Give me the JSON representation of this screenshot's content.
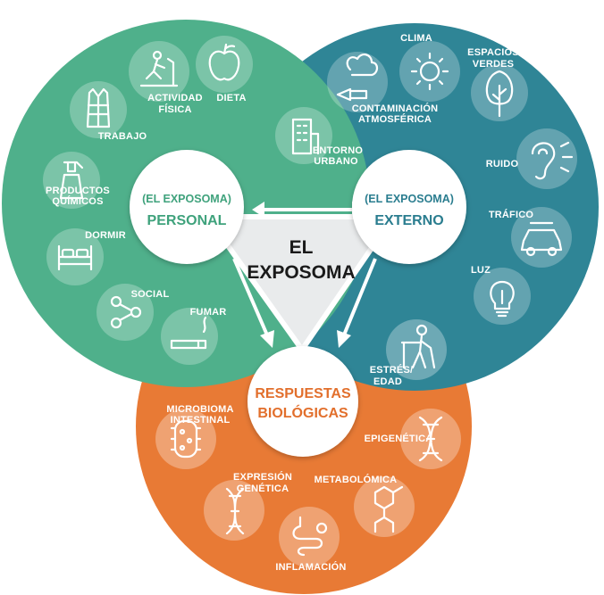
{
  "center": {
    "line1": "EL",
    "line2": "EXPOSOMA"
  },
  "hubs": {
    "personal": {
      "line1": "(EL EXPOSOMA)",
      "line2": "PERSONAL"
    },
    "externo": {
      "line1": "(EL EXPOSOMA)",
      "line2": "EXTERNO"
    },
    "respuestas": {
      "line1": "RESPUESTAS",
      "line2": "BIOLÓGICAS"
    }
  },
  "personal_items": [
    {
      "line1": "ACTIVIDAD",
      "line2": "FÍSICA",
      "icon": "treadmill-icon"
    },
    {
      "line1": "DIETA",
      "line2": "",
      "icon": "apple-icon"
    },
    {
      "line1": "TRABAJO",
      "line2": "",
      "icon": "safety-vest-icon"
    },
    {
      "line1": "PRODUCTOS",
      "line2": "QUÍMICOS",
      "icon": "spray-bottle-icon"
    },
    {
      "line1": "DORMIR",
      "line2": "",
      "icon": "bed-icon"
    },
    {
      "line1": "SOCIAL",
      "line2": "",
      "icon": "network-icon"
    },
    {
      "line1": "FUMAR",
      "line2": "",
      "icon": "cigarette-icon"
    }
  ],
  "externo_items": [
    {
      "line1": "CLIMA",
      "line2": "",
      "icon": "sun-icon"
    },
    {
      "line1": "ESPACIOS",
      "line2": "VERDES",
      "icon": "tree-icon"
    },
    {
      "line1": "CONTAMINACIÓN",
      "line2": "ATMOSFÉRICA",
      "icon": "smoke-icon"
    },
    {
      "line1": "ENTORNO",
      "line2": "URBANO",
      "icon": "building-icon"
    },
    {
      "line1": "RUIDO",
      "line2": "",
      "icon": "ear-icon"
    },
    {
      "line1": "TRÁFICO",
      "line2": "",
      "icon": "car-icon"
    },
    {
      "line1": "LUZ",
      "line2": "",
      "icon": "lightbulb-icon"
    }
  ],
  "respuestas_items": [
    {
      "line1": "ESTRÉS/",
      "line2": "EDAD",
      "icon": "elderly-icon"
    },
    {
      "line1": "MICROBIOMA",
      "line2": "INTESTINAL",
      "icon": "bacteria-icon"
    },
    {
      "line1": "EPIGENÉTICA",
      "line2": "",
      "icon": "dna-icon"
    },
    {
      "line1": "EXPRESIÓN",
      "line2": "GENÉTICA",
      "icon": "dna-strand-icon"
    },
    {
      "line1": "METABOLÓMICA",
      "line2": "",
      "icon": "molecule-icon"
    },
    {
      "line1": "INFLAMACIÓN",
      "line2": "",
      "icon": "intestine-icon"
    }
  ],
  "colors": {
    "personal": "#4fb08b",
    "externo": "#2f8596",
    "respuestas": "#e87a35",
    "hub_text_personal": "#3fa27c",
    "hub_text_externo": "#2a7d8f",
    "hub_text_respuestas": "#e26f2c",
    "center_text": "#1a1a1a",
    "center_fill": "#e9ebec"
  }
}
